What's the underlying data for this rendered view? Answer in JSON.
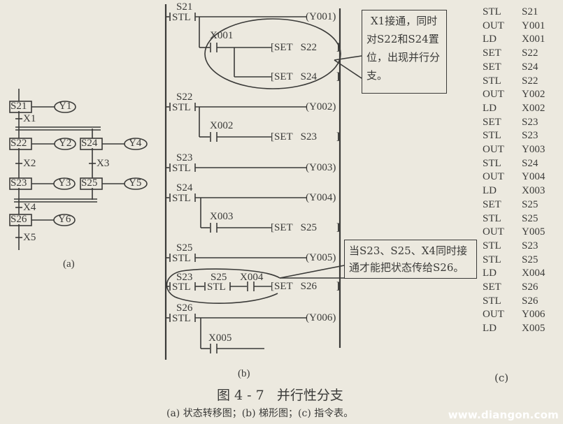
{
  "figure": {
    "title": "图 4 - 7   并行性分支",
    "caption": "(a) 状态转移图；(b) 梯形图；(c) 指令表。",
    "watermark": "www.diangon.com"
  },
  "panel_a": {
    "label": "(a)",
    "steps": [
      {
        "id": "S21",
        "output": "Y1"
      },
      {
        "id": "S22",
        "output": "Y2"
      },
      {
        "id": "S24",
        "output": "Y4"
      },
      {
        "id": "S23",
        "output": "Y3"
      },
      {
        "id": "S25",
        "output": "Y5"
      },
      {
        "id": "S26",
        "output": "Y6"
      }
    ],
    "transitions": [
      "X1",
      "X2",
      "X3",
      "X4",
      "X5"
    ]
  },
  "panel_b": {
    "label": "(b)",
    "rungs": [
      {
        "stl": "S21",
        "coil": "(Y001)",
        "contact": "X001",
        "sets": [
          "[SET   S22",
          "[SET   S24"
        ]
      },
      {
        "stl": "S22",
        "coil": "(Y002)",
        "contact": "X002",
        "sets": [
          "[SET   S23"
        ]
      },
      {
        "stl": "S23",
        "coil": "(Y003)"
      },
      {
        "stl": "S24",
        "coil": "(Y004)",
        "contact": "X003",
        "sets": [
          "[SET   S25"
        ]
      },
      {
        "stl": "S25",
        "coil": "(Y005)"
      },
      {
        "stl": "S23",
        "stl2": "S25",
        "contact": "X004",
        "sets": [
          "[SET   S26"
        ]
      },
      {
        "stl": "S26",
        "coil": "(Y006)",
        "contact": "X005"
      }
    ],
    "stl_text": "STL",
    "end_bracket": "]",
    "note1": [
      "X1接通，同时",
      "对S22和S24置",
      "位，出现并行分",
      "支。"
    ],
    "note2": [
      "当S23、S25、X4同时接",
      "通才能把状态传给S26。"
    ]
  },
  "panel_c": {
    "label": "(c)",
    "instructions": [
      {
        "op": "STL",
        "arg": "S21"
      },
      {
        "op": "OUT",
        "arg": "Y001"
      },
      {
        "op": "LD",
        "arg": "X001"
      },
      {
        "op": "SET",
        "arg": "S22"
      },
      {
        "op": "SET",
        "arg": "S24"
      },
      {
        "op": "STL",
        "arg": "S22"
      },
      {
        "op": "OUT",
        "arg": "Y002"
      },
      {
        "op": "LD",
        "arg": "X002"
      },
      {
        "op": "SET",
        "arg": "S23"
      },
      {
        "op": "STL",
        "arg": "S23"
      },
      {
        "op": "OUT",
        "arg": "Y003"
      },
      {
        "op": "STL",
        "arg": "S24"
      },
      {
        "op": "OUT",
        "arg": "Y004"
      },
      {
        "op": "LD",
        "arg": "X003"
      },
      {
        "op": "SET",
        "arg": "S25"
      },
      {
        "op": "STL",
        "arg": "S25"
      },
      {
        "op": "OUT",
        "arg": "Y005"
      },
      {
        "op": "STL",
        "arg": "S23"
      },
      {
        "op": "STL",
        "arg": "S25"
      },
      {
        "op": "LD",
        "arg": "X004"
      },
      {
        "op": "SET",
        "arg": "S26"
      },
      {
        "op": "STL",
        "arg": "S26"
      },
      {
        "op": "OUT",
        "arg": "Y006"
      },
      {
        "op": "LD",
        "arg": "X005"
      }
    ]
  }
}
